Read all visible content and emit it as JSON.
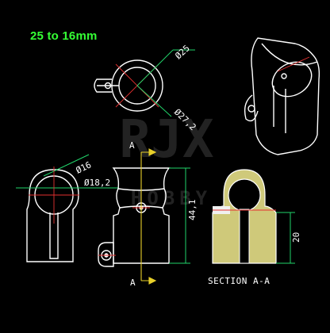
{
  "header": {
    "size_range": "25 to 16mm"
  },
  "dimensions": {
    "dia_25": "Ø25",
    "dia_27_2": "Ø27,2",
    "dia_16": "Ø16",
    "dia_18_2": "Ø18,2",
    "height_44_1": "44,1",
    "height_20": "20"
  },
  "section": {
    "cut_label_top": "A",
    "cut_label_bottom": "A",
    "caption": "SECTION A-A"
  },
  "watermark": {
    "line1": "RJX",
    "line2": "HOBBY"
  },
  "colors": {
    "outline": "#ffffff",
    "dimension": "#21d46a",
    "center": "#e53030",
    "section_fill": "#cfc97a",
    "cut_line": "#e8d02a",
    "text": "#ffffff"
  }
}
